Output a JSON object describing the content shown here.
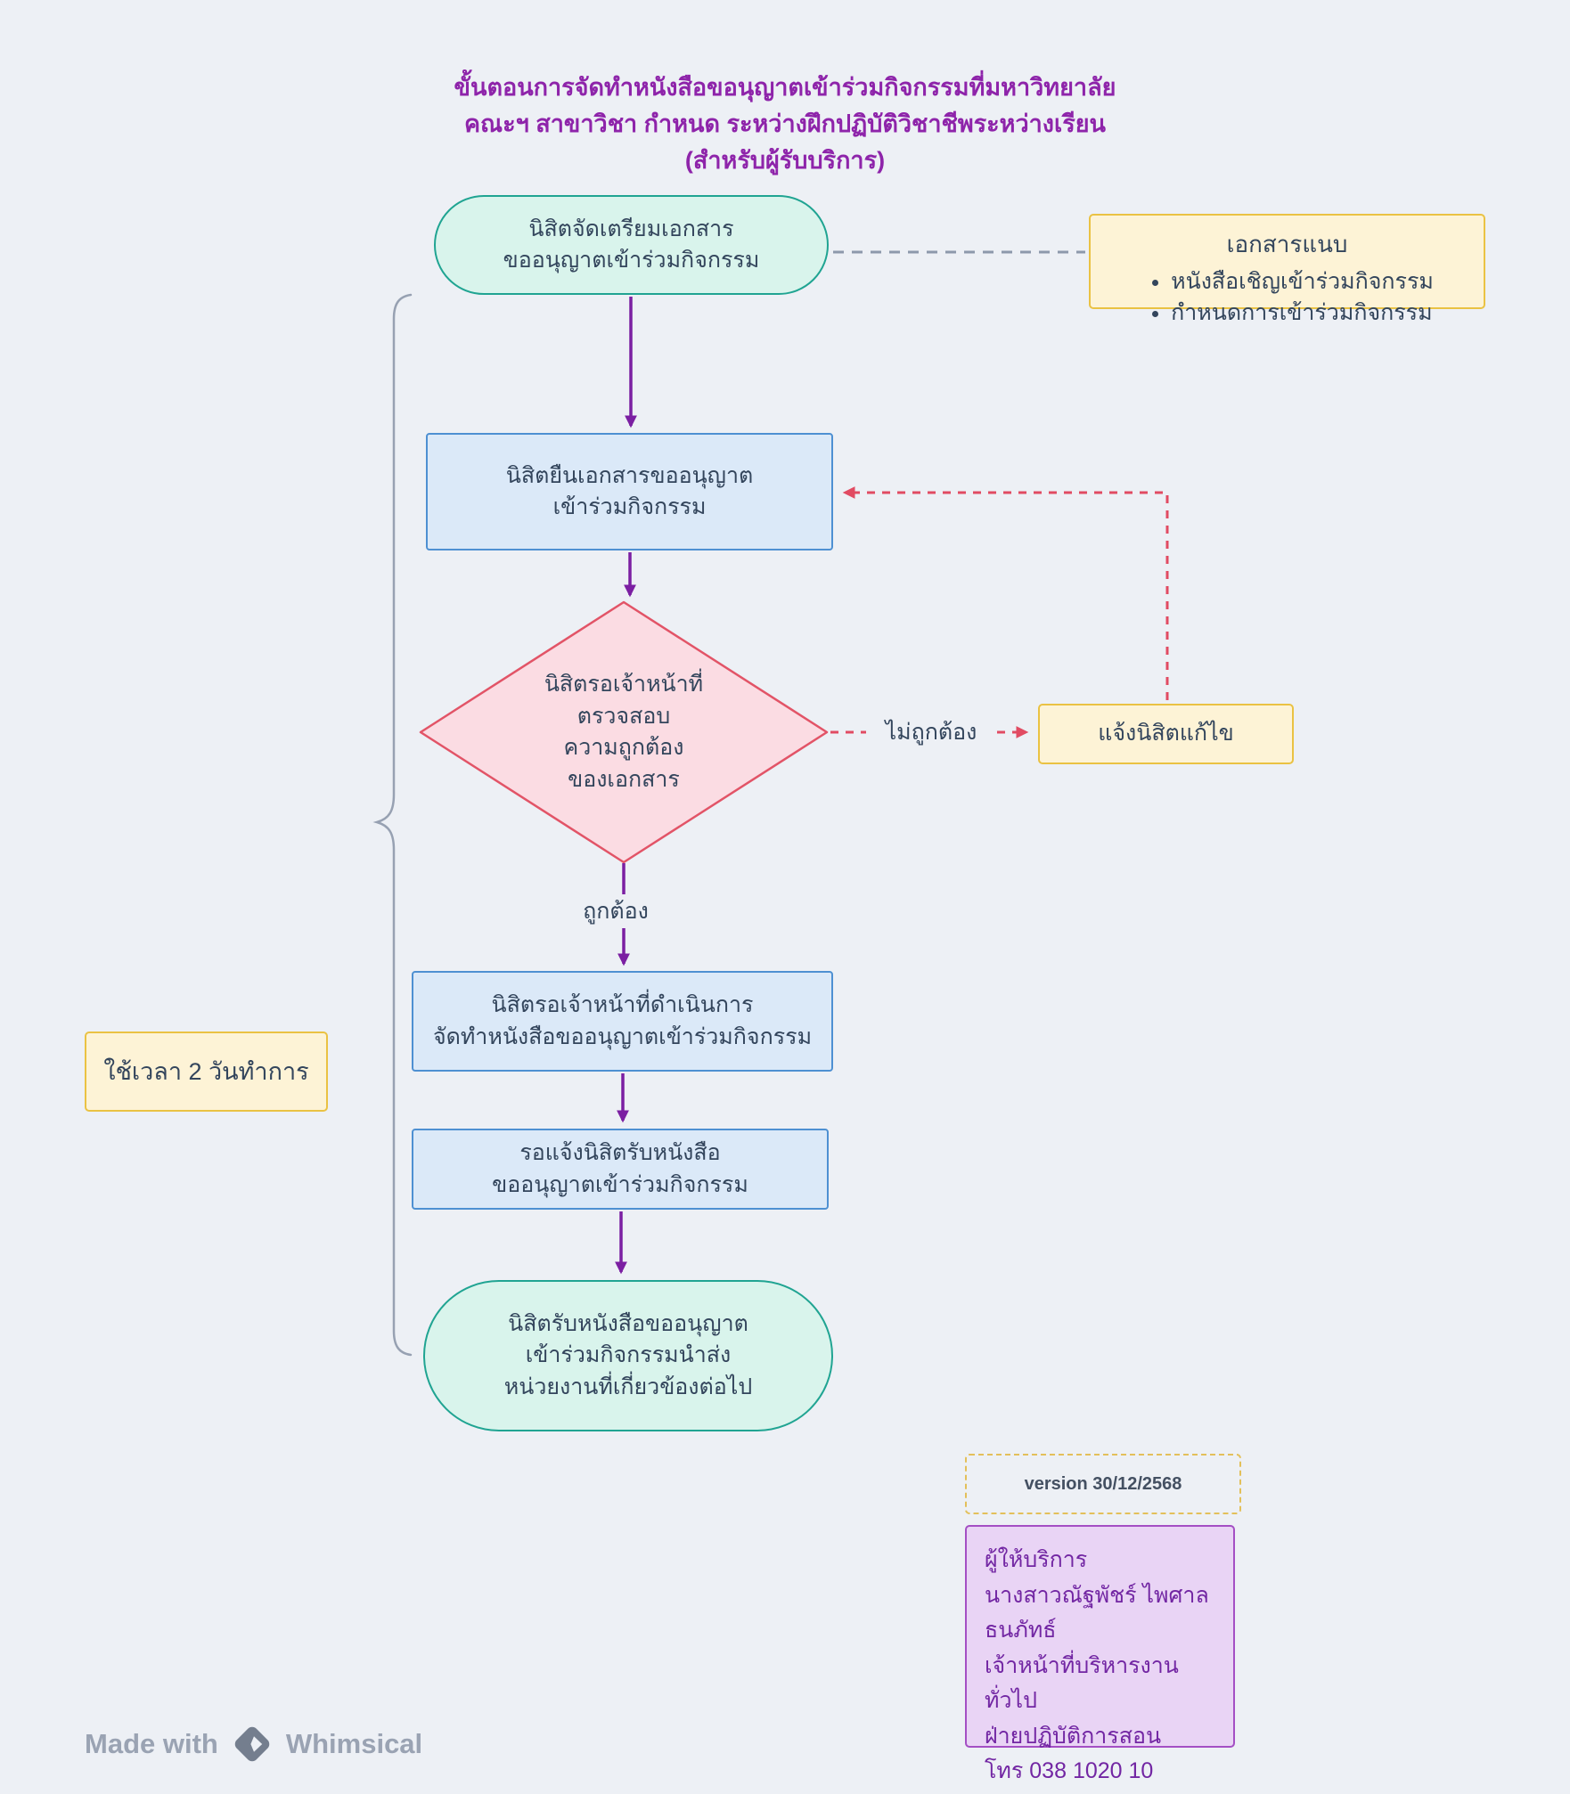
{
  "title": {
    "line1": "ขั้นตอนการจัดทำหนังสือขอนุญาตเข้าร่วมกิจกรรมที่มหาวิทยาลัย",
    "line2": "คณะฯ สาขาวิชา  กำหนด ระหว่างฝึกปฏิบัติวิชาชีพระหว่างเรียน",
    "line3": "(สำหรับผู้รับบริการ)"
  },
  "nodes": {
    "start": "นิสิตจัดเตรียมเอกสาร\nขออนุญาตเข้าร่วมกิจกรรม",
    "submit": "นิสิตยืนเอกสารขออนุญาต\nเข้าร่วมกิจกรรม",
    "check": "นิสิตรอเจ้าหน้าที่\nตรวจสอบ\nความถูกต้อง\nของเอกสาร",
    "notify_fix": "แจ้งนิสิตแก้ไข",
    "process": "นิสิตรอเจ้าหน้าที่ดำเนินการ\nจัดทำหนังสือขออนุญาตเข้าร่วมกิจกรรม",
    "wait_pickup": "รอแจ้งนิสิตรับหนังสือ\nขออนุญาตเข้าร่วมกิจกรรม",
    "end": "นิสิตรับหนังสือขออนุญาต\nเข้าร่วมกิจกรรมนำส่ง\nหน่วยงานที่เกี่ยวข้องต่อไป"
  },
  "attachments": {
    "title": "เอกสารแนบ",
    "items": [
      "หนังสือเชิญเข้าร่วมกิจกรรม",
      "กำหนดการเข้าร่วมกิจกรรม"
    ]
  },
  "labels": {
    "incorrect": "ไม่ถูกต้อง",
    "correct": "ถูกต้อง",
    "duration": "ใช้เวลา 2 วันทำการ"
  },
  "version": {
    "label": "version 30/12/2568"
  },
  "provider": {
    "text": "ผู้ให้บริการ\nนางสาวณัฐพัชร์ ไพศาลธนภัทธ์\nเจ้าหน้าที่บริหารงานทั่วไป\nฝ่ายปฏิบัติการสอน\nโทร 038 1020 10"
  },
  "footer": {
    "made_with": "Made with",
    "brand": "Whimsical",
    "icon": "whimsical-diamond-icon"
  },
  "colors": {
    "background": "#edf0f5",
    "title": "#8e24aa",
    "arrow_purple": "#7b1fa2",
    "error_red": "#e14b62",
    "teal_border": "#20a492",
    "teal_fill": "#d9f4ec",
    "blue_border": "#4e90d2",
    "blue_fill": "#dbe9f8",
    "pink_fill": "#fbdce3",
    "pink_border": "#e25467",
    "yellow_border": "#eac243",
    "yellow_fill": "#fdf3d6",
    "purple_fill": "#e9d4f5",
    "purple_border": "#a44fc4",
    "connector_gray": "#8d99ab"
  }
}
